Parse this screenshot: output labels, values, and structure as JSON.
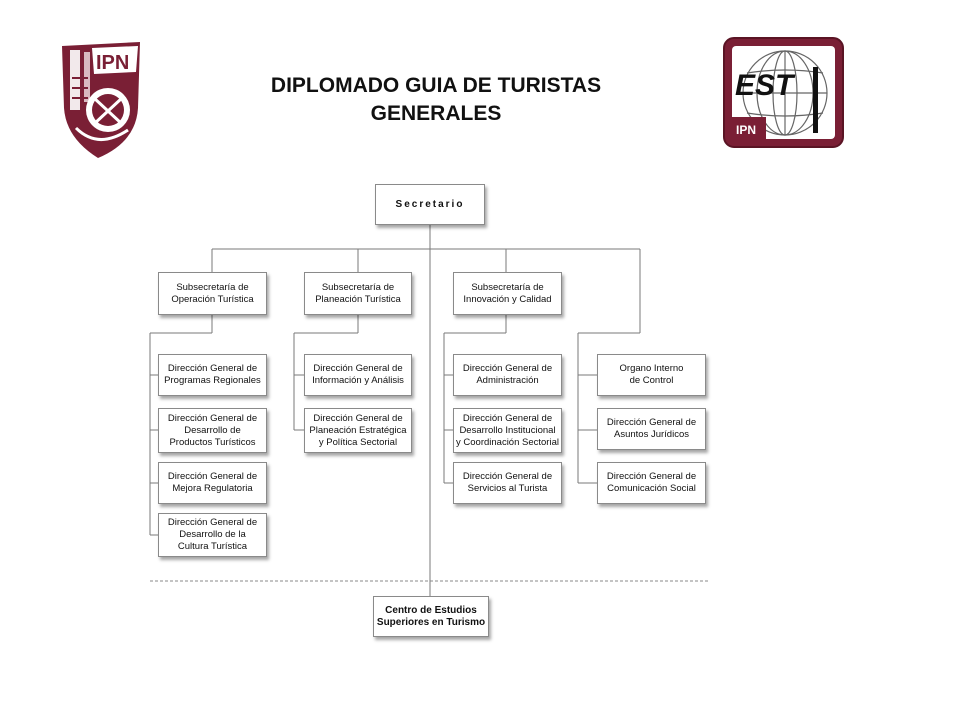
{
  "header": {
    "title_line1": "DIPLOMADO GUIA DE TURISTAS",
    "title_line2": "GENERALES"
  },
  "logos": {
    "left": {
      "icon": "ipn-shield-logo",
      "text": "IPN",
      "color": "#7a1f35"
    },
    "right": {
      "icon": "est-globe-logo",
      "text_main": "EST",
      "text_sub": "IPN",
      "color": "#7a1f35"
    }
  },
  "org_chart": {
    "root": {
      "label": "Secretario"
    },
    "subsecretarias": [
      {
        "lines": [
          "Subsecretaría de",
          "Operación Turística"
        ]
      },
      {
        "lines": [
          "Subsecretaría de",
          "Planeación Turística"
        ]
      },
      {
        "lines": [
          "Subsecretaría de",
          "Innovación y Calidad"
        ]
      }
    ],
    "col1": [
      {
        "lines": [
          "Dirección General de",
          "Programas Regionales"
        ]
      },
      {
        "lines": [
          "Dirección General de",
          "Desarrollo de",
          "Productos Turísticos"
        ]
      },
      {
        "lines": [
          "Dirección General de",
          "Mejora Regulatoria"
        ]
      },
      {
        "lines": [
          "Dirección General de",
          "Desarrollo de la",
          "Cultura Turística"
        ]
      }
    ],
    "col2": [
      {
        "lines": [
          "Dirección General de",
          "Información y Análisis"
        ]
      },
      {
        "lines": [
          "Dirección General de",
          "Planeación Estratégica",
          "y Política Sectorial"
        ]
      }
    ],
    "col3": [
      {
        "lines": [
          "Dirección General de",
          "Administración"
        ]
      },
      {
        "lines": [
          "Dirección General de",
          "Desarrollo Institucional",
          "y Coordinación Sectorial"
        ]
      },
      {
        "lines": [
          "Dirección General de",
          "Servicios al Turista"
        ]
      }
    ],
    "col4": [
      {
        "lines": [
          "Organo Interno",
          "de Control"
        ]
      },
      {
        "lines": [
          "Dirección General de",
          "Asuntos Jurídicos"
        ]
      },
      {
        "lines": [
          "Dirección General de",
          "Comunicación Social"
        ]
      }
    ],
    "bottom": {
      "lines": [
        "Centro de Estudios",
        "Superiores en Turismo"
      ]
    }
  }
}
